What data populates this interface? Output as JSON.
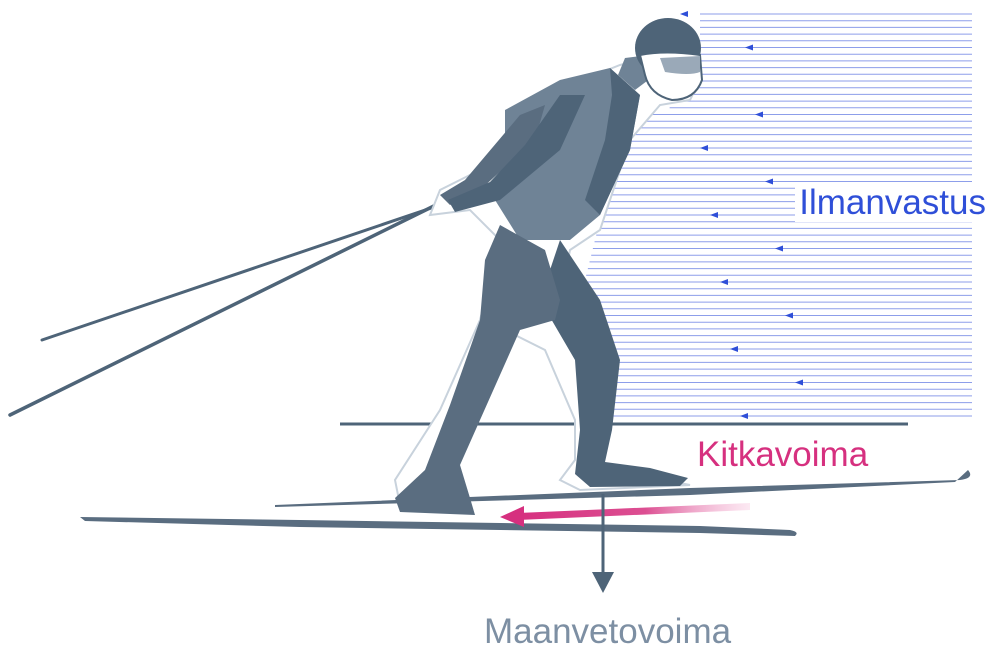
{
  "labels": {
    "air_resistance": "Ilmanvastus",
    "friction": "Kitkavoima",
    "gravity": "Maanvetovoima"
  },
  "colors": {
    "air_resistance": "#2f4fd8",
    "friction": "#d6307f",
    "gravity": "#7d8fa3",
    "skier_dark": "#4e6478",
    "skier_light": "#6f8396",
    "skis": "#5a6d80"
  },
  "icons": [
    "skier-figure",
    "wind-lines",
    "friction-arrow",
    "gravity-arrow"
  ]
}
